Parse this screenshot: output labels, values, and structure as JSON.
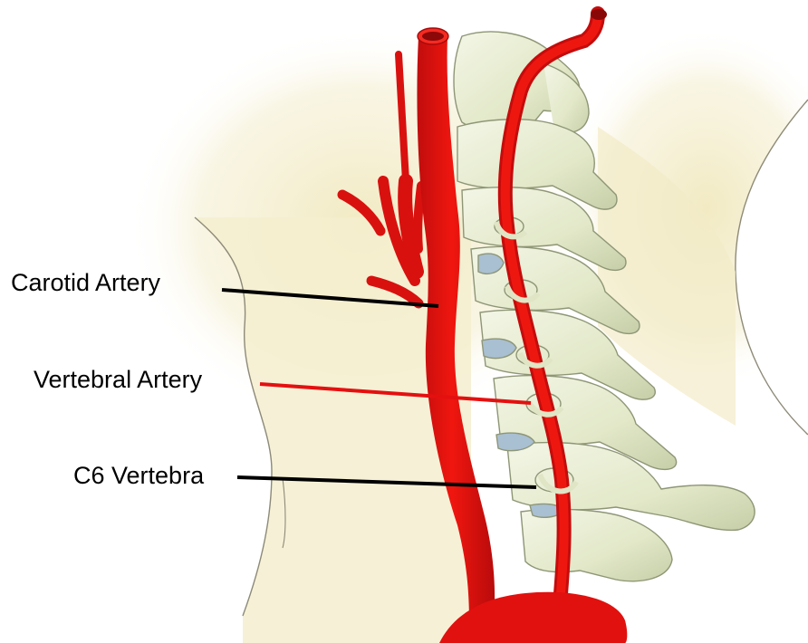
{
  "labels": {
    "carotid_artery": "Carotid Artery",
    "vertebral_artery": "Vertebral Artery",
    "c6_vertebra": "C6 Vertebra"
  },
  "colors": {
    "artery": "#e4100f",
    "artery_shadow": "#b10a0a",
    "bone": "#e7ecd3",
    "bone_shadow": "#b9c29c",
    "disc": "#a9bfd2",
    "skin": "#f3edca",
    "leader_carotid": "#000000",
    "leader_vertebral": "#e41010",
    "leader_c6": "#000000"
  }
}
